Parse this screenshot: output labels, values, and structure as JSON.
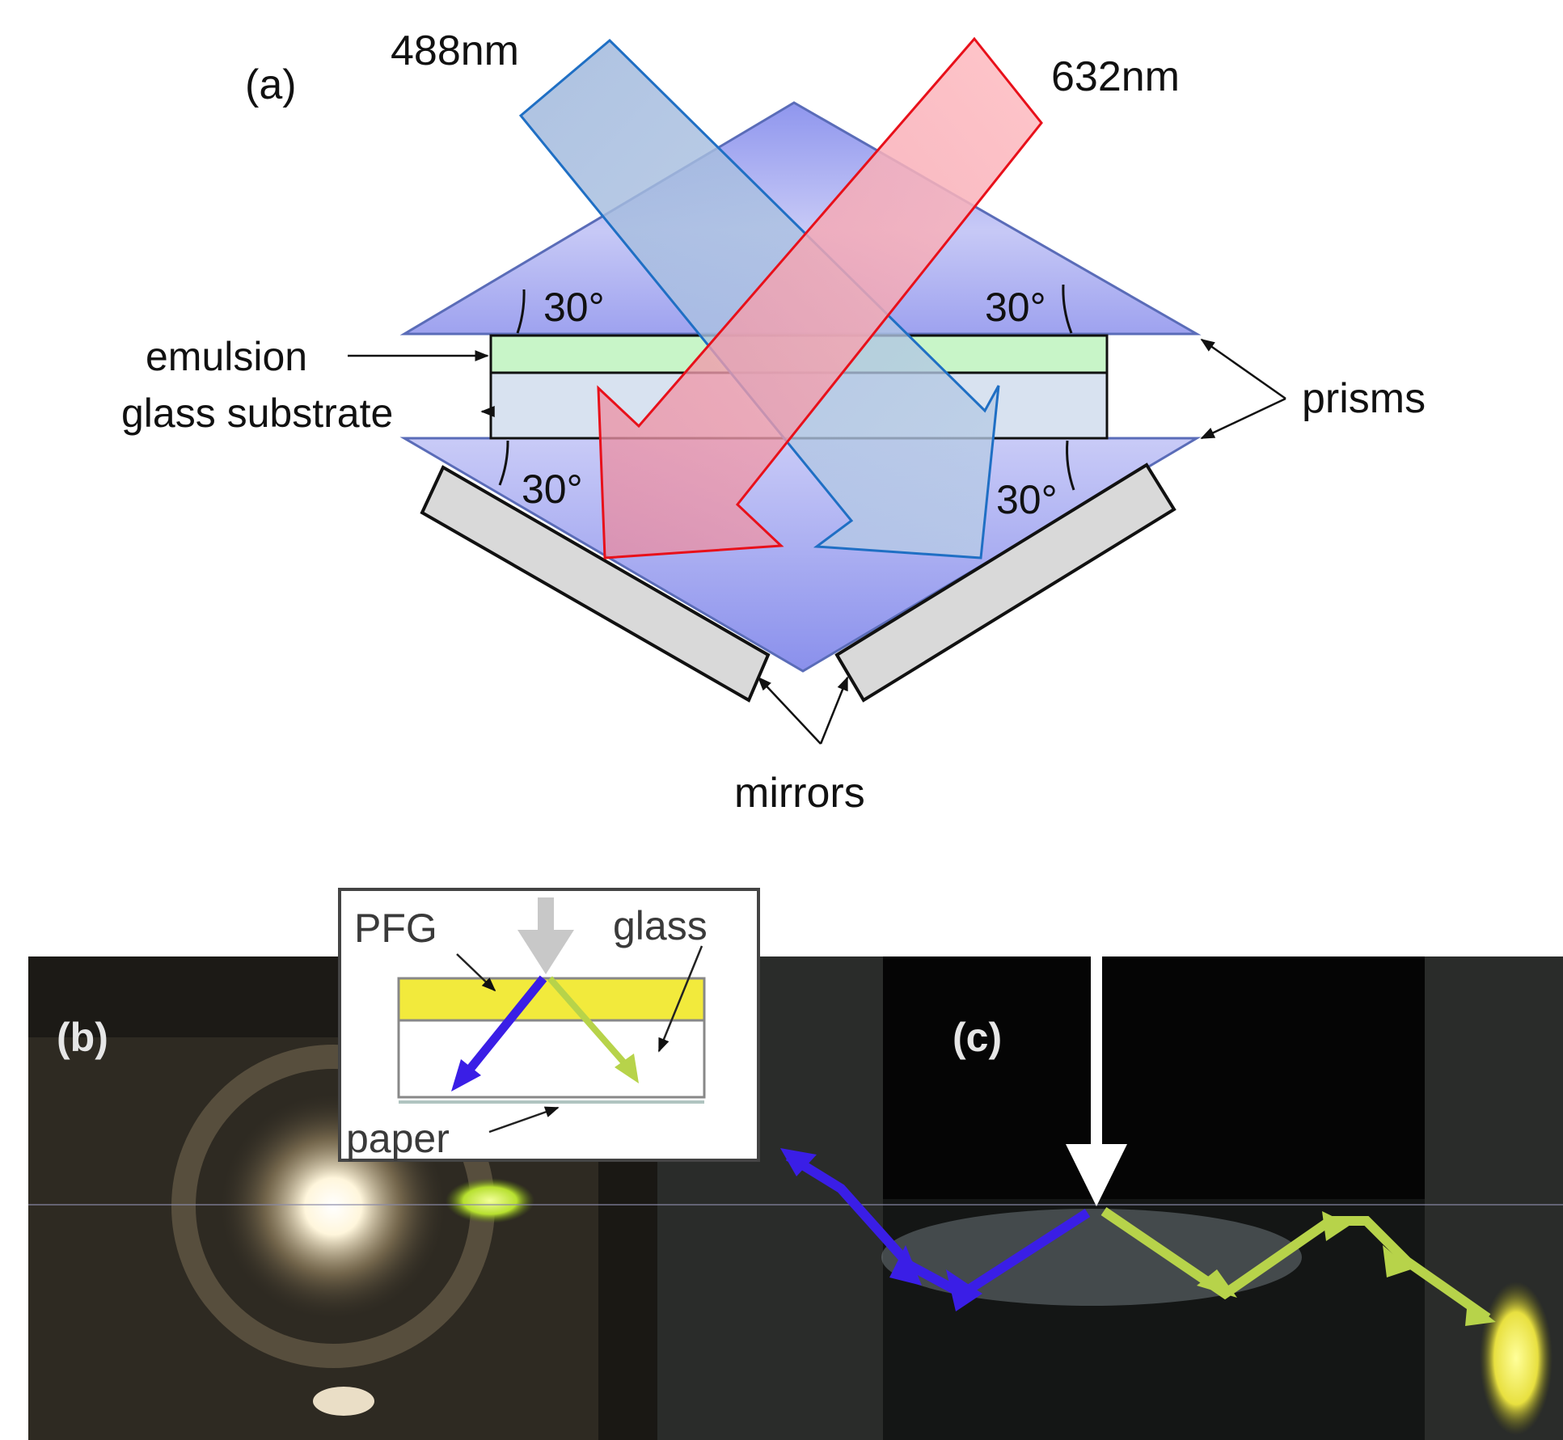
{
  "panel_a": {
    "label": "(a)",
    "beam_blue_label": "488nm",
    "beam_red_label": "632nm",
    "angle_label": "30°",
    "emulsion_label": "emulsion",
    "glass_substrate_label": "glass substrate",
    "prisms_label": "prisms",
    "mirrors_label": "mirrors",
    "colors": {
      "prism_fill": "#aab0f2",
      "emulsion_fill": "#c8f5c8",
      "substrate_fill": "#d8e2f0",
      "blue_beam": "#1f6fc4",
      "red_beam": "#e8101a",
      "mirror_fill": "#d9d9d9"
    }
  },
  "panel_b": {
    "label": "(b)"
  },
  "panel_c": {
    "label": "(c)"
  },
  "inset": {
    "pfg_label": "PFG",
    "glass_label": "glass",
    "paper_label": "paper",
    "colors": {
      "pfg_layer": "#f2ea3c",
      "blue_arrow": "#3a1ee6",
      "green_arrow": "#b7d34a"
    }
  }
}
